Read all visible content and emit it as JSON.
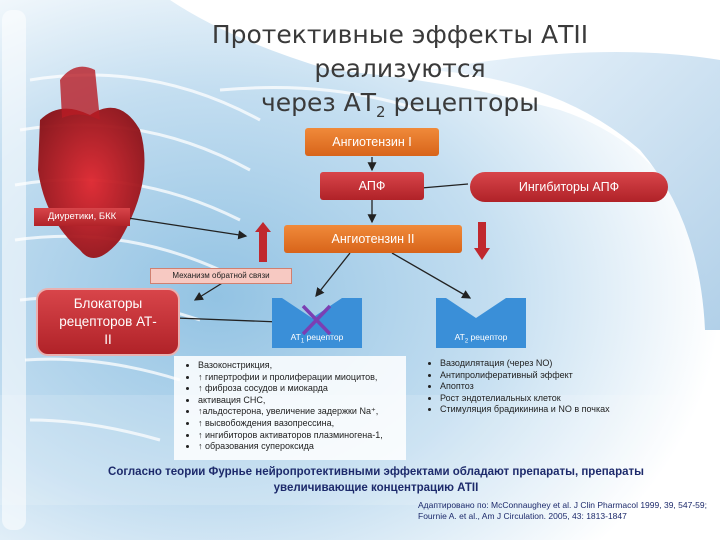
{
  "title": {
    "line1": "Протективные эффекты АТII реализуются",
    "line2_prefix": "через АТ",
    "line2_sub": "2",
    "line2_suffix": " рецепторы"
  },
  "nodes": {
    "angiotensin1": "Ангиотензин I",
    "ace": "АПФ",
    "ace_inhibitors": "Ингибиторы АПФ",
    "diuretics": "Диуретики, БКК",
    "angiotensin2": "Ангиотензин II",
    "feedback": "Механизм обратной связи",
    "blockers": "Блокаторы рецепторов АТ-II",
    "at1_prefix": "АТ",
    "at1_sub": "1",
    "at1_suffix": " рецептор",
    "at2_prefix": "АТ",
    "at2_sub": "2",
    "at2_suffix": " рецептор"
  },
  "at1_effects": [
    "Вазоконстрикция,",
    "↑ гипертрофии и пролиферации миоцитов,",
    "↑ фиброза сосудов и миокарда",
    "активация СНС,",
    "↑альдостерона, увеличение задержки Na⁺,",
    "↑ высвобождения вазопрессина,",
    "↑ ингибиторов активаторов плазминогена-1,",
    "↑ образования супероксида"
  ],
  "at2_effects": [
    "Вазодилятация (через NO)",
    "Антипролиферативный эффект",
    "Апоптоз",
    "Рост эндотелиальных клеток",
    "Стимуляция брадикинина и NO в почках"
  ],
  "conclusion": "Согласно теории Фурнье нейропротективными эффектами обладают препараты, препараты увеличивающие концентрацию АТII",
  "reference": {
    "line1": "Адаптировано по: McConnaughey et al. J Clin Pharmacol 1999, 39, 547-59;",
    "line2": "Fournie A. et al., Am J Circulation. 2005, 43: 1813-1847"
  },
  "colors": {
    "orange": "#e8782a",
    "red": "#c0282e",
    "blue": "#3a8fd8",
    "cross": "#7b3fb3",
    "text_dark_blue": "#1d2a6b"
  }
}
